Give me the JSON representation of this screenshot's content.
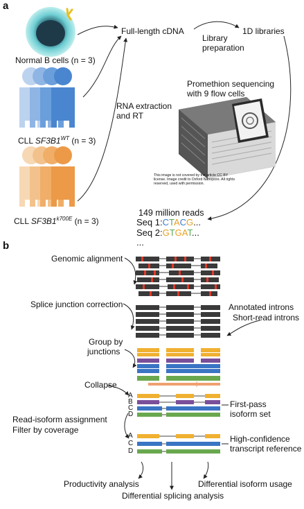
{
  "panel_a": {
    "label": "a",
    "normal_b_cells": "Normal B cells (n = 3)",
    "cll_wt_prefix": "CLL ",
    "cll_wt_gene": "SF3B1",
    "cll_wt_sup": "WT",
    "cll_wt_suffix": " (n = 3)",
    "cll_mut_prefix": "CLL ",
    "cll_mut_gene": "SF3B1",
    "cll_mut_sup": "k700E",
    "cll_mut_suffix": " (n = 3)",
    "full_length_cdna": "Full-length cDNA",
    "library_prep_line1": "Library",
    "library_prep_line2": "preparation",
    "libraries_1d": "1D libraries",
    "rna_extraction_line1": "RNA extraction",
    "rna_extraction_line2": "and RT",
    "promethion_line1": "Promethion sequencing",
    "promethion_line2": "with 9 flow cells",
    "disclaimer": "This image is not covered by the article CC BY license. Image credit to Oxford Nanopore. All rights reserved, used with permission.",
    "reads_count": "149 million reads",
    "seq1_label": "Seq 1:",
    "seq1_bases": [
      "C",
      "T",
      "A",
      "C",
      "G"
    ],
    "seq1_tail": "...",
    "seq2_label": "Seq 2:",
    "seq2_bases": [
      "G",
      "T",
      "G",
      "A",
      "T"
    ],
    "seq2_tail": "...",
    "more": "...",
    "base_colors": {
      "A": "#e8a020",
      "C": "#3a7bd5",
      "G": "#e8a020",
      "T": "#5aa85a"
    }
  },
  "panel_b": {
    "label": "b",
    "genomic_alignment": "Genomic alignment",
    "splice_correction": "Splice junction correction",
    "annotated_introns": "Annotated introns",
    "short_read_introns": "Short-read introns",
    "group_line1": "Group by",
    "group_line2": "junctions",
    "collapse": "Collapse",
    "isoform_letters_1": [
      "A",
      "B",
      "C",
      "D"
    ],
    "first_pass_line1": "First-pass",
    "first_pass_line2": "isoform set",
    "read_isoform_assignment": "Read-isoform assignment",
    "filter_by_coverage": "Filter by coverage",
    "isoform_letters_2": [
      "A",
      "C",
      "D"
    ],
    "high_conf_line1": "High-confidence",
    "high_conf_line2": "transcript reference",
    "productivity": "Productivity analysis",
    "differential_splicing": "Differential splicing analysis",
    "differential_isoform": "Differential isoform usage"
  },
  "colors": {
    "yellow": "#f0b030",
    "purple": "#7a4f9a",
    "blue": "#3a74c4",
    "green": "#6aa84f",
    "salmon": "#f0a070",
    "dark_read": "#3a3a3a",
    "mismatch_red": "#e03a2a",
    "cell_teal": "#5ec4c4",
    "person_blue": "#4a86cf",
    "person_orange": "#f0a050"
  }
}
